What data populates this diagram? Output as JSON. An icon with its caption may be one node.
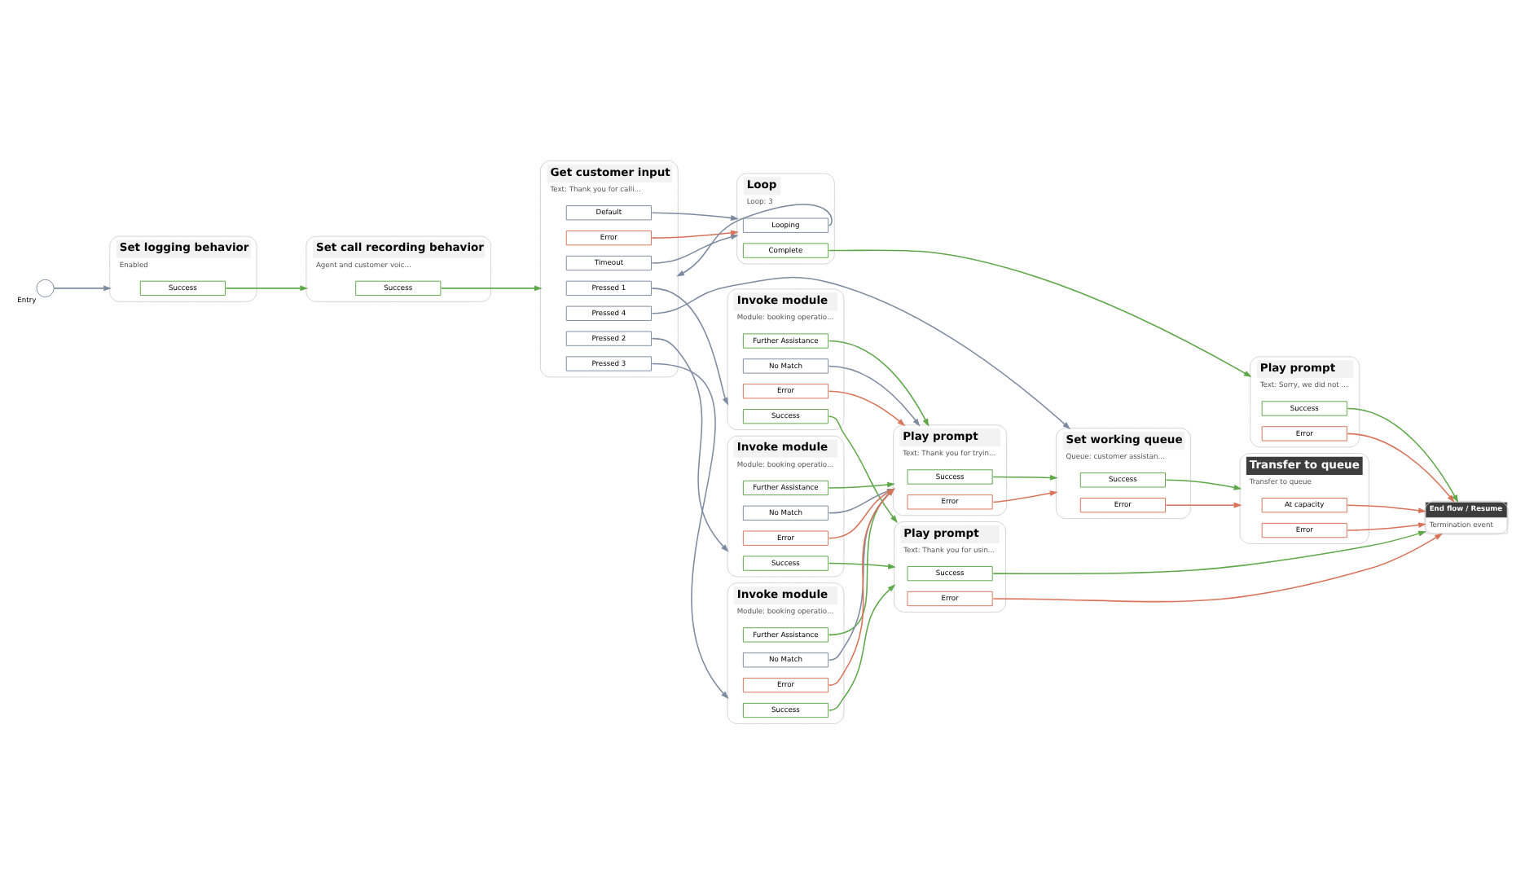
{
  "diagram": {
    "nodes": [
      {
        "text": [
          "Entry"
        ]
      },
      {
        "text": [
          "Set logging behavior",
          "Enabled"
        ]
      },
      {
        "text": [
          "Success"
        ],
        "in": 1
      },
      {
        "text": [
          "Set call recording behavior",
          "Agent and customer voic..."
        ]
      },
      {
        "text": [
          "Success"
        ],
        "in": 3
      },
      {
        "text": [
          "Get customer input",
          "Text: Thank you for calli..."
        ]
      },
      {
        "text": [
          "Pressed 1"
        ],
        "in": 5
      },
      {
        "text": [
          "Pressed 2"
        ],
        "in": 5
      },
      {
        "text": [
          "Pressed 3"
        ],
        "in": 5
      },
      {
        "text": [
          "Pressed 4"
        ],
        "in": 5
      },
      {
        "text": [
          "Timeout"
        ],
        "in": 5
      },
      {
        "text": [
          "Default"
        ],
        "in": 5
      },
      {
        "text": [
          "Error"
        ],
        "in": 5
      },
      {
        "text": [
          "Loop",
          "Loop: 3"
        ]
      },
      {
        "text": [
          "Looping"
        ],
        "in": 13
      },
      {
        "text": [
          "Complete"
        ],
        "in": 13
      },
      {
        "text": [
          "Invoke module",
          "Module: booking operatio..."
        ]
      },
      {
        "text": [
          "Success"
        ],
        "in": 16
      },
      {
        "text": [
          "Further Assistance"
        ],
        "in": 16
      },
      {
        "text": [
          "No Match"
        ],
        "in": 16
      },
      {
        "text": [
          "Error"
        ],
        "in": 16
      },
      {
        "text": [
          "Invoke module",
          "Module: booking operatio..."
        ]
      },
      {
        "text": [
          "Success"
        ],
        "in": 21
      },
      {
        "text": [
          "Further Assistance"
        ],
        "in": 21
      },
      {
        "text": [
          "No Match"
        ],
        "in": 21
      },
      {
        "text": [
          "Error"
        ],
        "in": 21
      },
      {
        "text": [
          "Invoke module",
          "Module: booking operatio..."
        ]
      },
      {
        "text": [
          "Success"
        ],
        "in": 26
      },
      {
        "text": [
          "Further Assistance"
        ],
        "in": 26
      },
      {
        "text": [
          "No Match"
        ],
        "in": 26
      },
      {
        "text": [
          "Error"
        ],
        "in": 26
      },
      {
        "text": [
          "Play prompt",
          "Text: Sorry, we did not ..."
        ]
      },
      {
        "text": [
          "Success"
        ],
        "in": 31
      },
      {
        "text": [
          "Error"
        ],
        "in": 31
      },
      {
        "text": [
          "Play prompt",
          "Text: Thank you for usin..."
        ]
      },
      {
        "text": [
          "Success"
        ],
        "in": 34
      },
      {
        "text": [
          "Error"
        ],
        "in": 34
      },
      {
        "text": [
          "Play prompt",
          "Text: Thank you for tryin..."
        ]
      },
      {
        "text": [
          "Success"
        ],
        "in": 37
      },
      {
        "text": [
          "Error"
        ],
        "in": 37
      },
      {
        "text": [
          "Set working queue",
          "Queue: customer assistan..."
        ]
      },
      {
        "text": [
          "Success"
        ],
        "in": 40
      },
      {
        "text": [
          "Error"
        ],
        "in": 40
      },
      {
        "text": [
          "End flow / Resume",
          "Termination event"
        ]
      },
      {
        "text": [
          "Transfer to queue",
          "Transfer to queue"
        ]
      },
      {
        "text": [
          "At capacity"
        ],
        "in": 44
      },
      {
        "text": [
          "Error"
        ],
        "in": 44
      }
    ],
    "edges": [
      {
        "from": 0,
        "to": 1,
        "arrow": "to",
        "color": "#7d8ba0"
      },
      {
        "from": 2,
        "to": 3,
        "arrow": "to"
      },
      {
        "from": 4,
        "to": 5,
        "arrow": "to"
      },
      {
        "from": 6,
        "to": 16,
        "arrow": "to",
        "color": "#7d8ba0"
      },
      {
        "from": 7,
        "to": 21,
        "arrow": "to",
        "color": "#7d8ba0"
      },
      {
        "from": 8,
        "to": 26,
        "arrow": "to",
        "color": "#7d8ba0"
      },
      {
        "from": 9,
        "to": 40,
        "arrow": "to",
        "color": "#7d8ba0"
      },
      {
        "from": 10,
        "to": 13,
        "arrow": "to",
        "color": "#7d8ba0"
      },
      {
        "from": 11,
        "to": 13,
        "arrow": "to",
        "color": "#7d8ba0"
      },
      {
        "from": 12,
        "to": 13,
        "arrow": "to",
        "color": "#d9735a"
      },
      {
        "from": 14,
        "to": 5,
        "arrow": "to",
        "color": "#7d8ba0"
      },
      {
        "from": 15,
        "to": 31,
        "arrow": "to"
      },
      {
        "from": 17,
        "to": 34,
        "arrow": "to"
      },
      {
        "from": 18,
        "to": 37,
        "arrow": "to"
      },
      {
        "from": 19,
        "to": 37,
        "arrow": "to",
        "color": "#7d8ba0"
      },
      {
        "from": 20,
        "to": 37,
        "arrow": "to",
        "color": "#d9735a"
      },
      {
        "from": 22,
        "to": 34,
        "arrow": "to"
      },
      {
        "from": 23,
        "to": 37,
        "arrow": "to"
      },
      {
        "from": 24,
        "to": 37,
        "arrow": "to",
        "color": "#7d8ba0"
      },
      {
        "from": 25,
        "to": 37,
        "arrow": "to",
        "color": "#d9735a"
      },
      {
        "from": 27,
        "to": 34,
        "arrow": "to"
      },
      {
        "from": 28,
        "to": 37,
        "arrow": "to"
      },
      {
        "from": 29,
        "to": 37,
        "arrow": "to",
        "color": "#7d8ba0"
      },
      {
        "from": 30,
        "to": 37,
        "arrow": "to",
        "color": "#d9735a"
      },
      {
        "from": 32,
        "to": 43,
        "arrow": "to"
      },
      {
        "from": 33,
        "to": 43,
        "arrow": "to",
        "color": "#d9735a"
      },
      {
        "from": 35,
        "to": 43,
        "arrow": "to"
      },
      {
        "from": 36,
        "to": 43,
        "arrow": "to",
        "color": "#d9735a"
      },
      {
        "from": 38,
        "to": 40,
        "arrow": "to"
      },
      {
        "from": 39,
        "to": 40,
        "arrow": "to",
        "color": "#d9735a"
      },
      {
        "from": 41,
        "to": 44,
        "arrow": "to"
      },
      {
        "from": 42,
        "to": 44,
        "arrow": "to",
        "color": "#d9735a"
      },
      {
        "from": 45,
        "to": 43,
        "arrow": "to",
        "color": "#d9735a"
      },
      {
        "from": 46,
        "to": 43,
        "arrow": "to",
        "color": "#d9735a"
      }
    ]
  }
}
